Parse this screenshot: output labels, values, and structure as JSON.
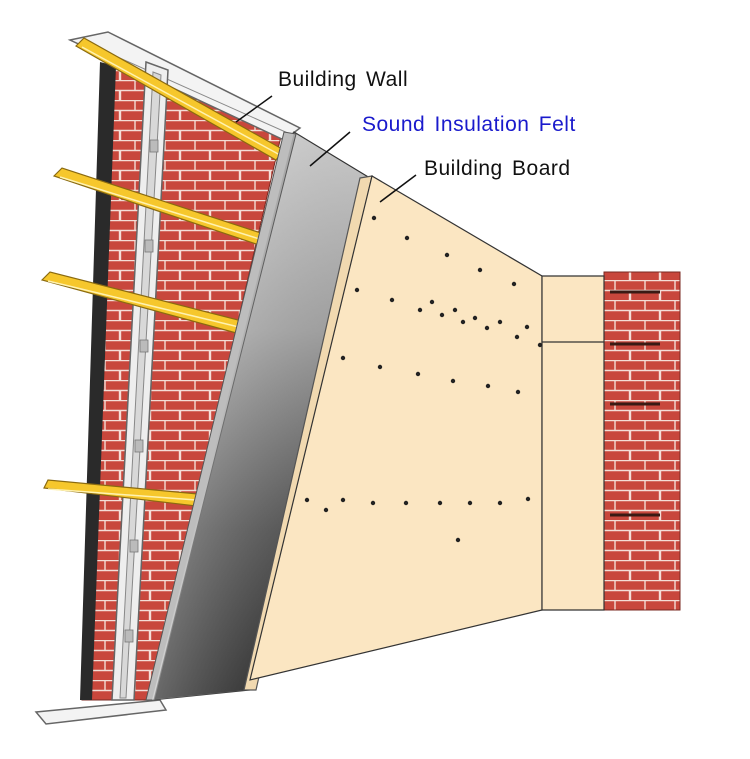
{
  "labels": {
    "building_wall": "Building Wall",
    "sound_insulation_felt": "Sound Insulation Felt",
    "building_board": "Building Board"
  },
  "colors": {
    "brick": "#c8473c",
    "mortar": "#f4ddd6",
    "stud": "#fbd23c",
    "board": "#fbe6c2",
    "felt_light": "#e2e2e2",
    "felt_dark": "#1e1e1e",
    "label_black": "#111111",
    "label_blue": "#1a1acc"
  }
}
